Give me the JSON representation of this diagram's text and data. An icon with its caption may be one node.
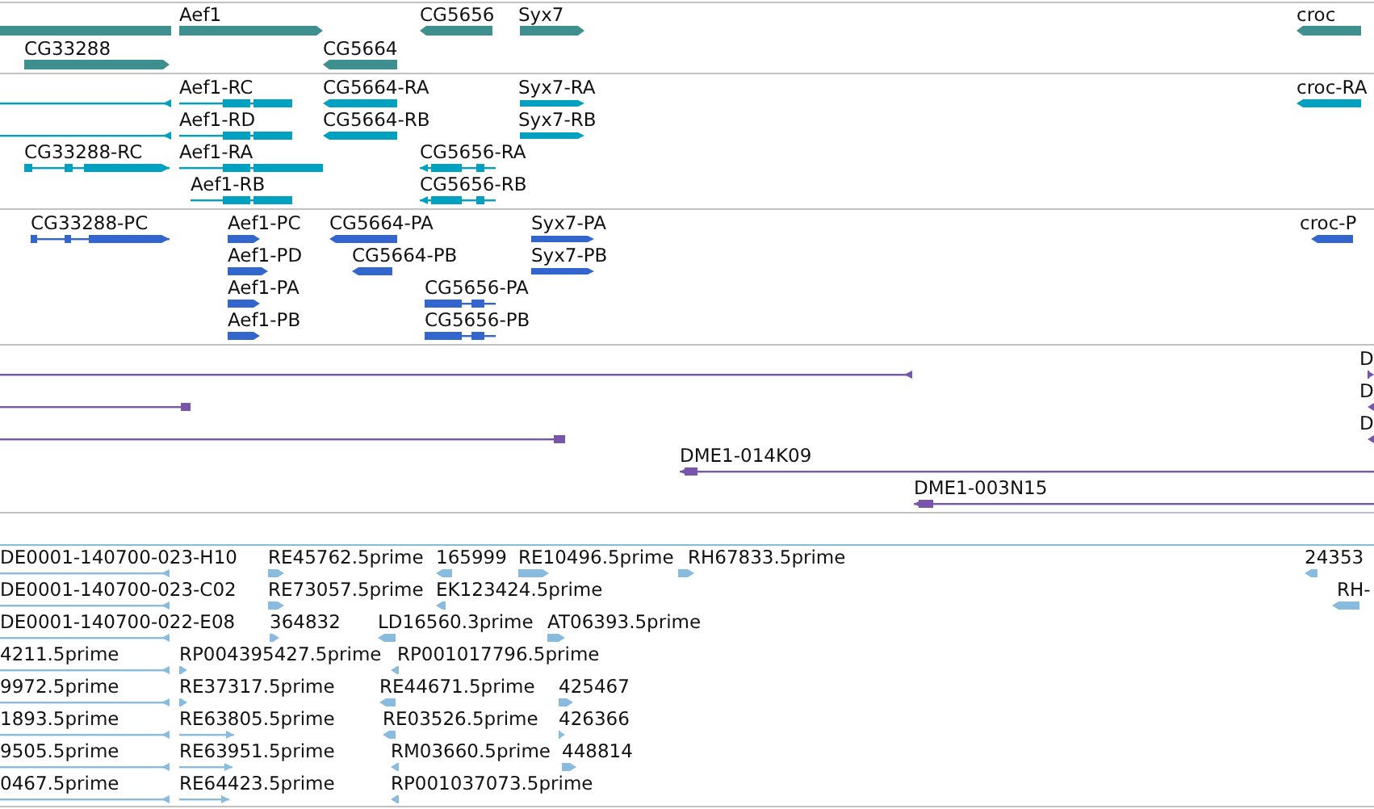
{
  "diagram": {
    "labels": [
      "Aef1",
      "CG5656",
      "Syx7",
      "croc",
      "CG33288",
      "CG5664",
      "Aef1-RC",
      "CG5664-RA",
      "Syx7-RA",
      "croc-RA",
      "Aef1-RD",
      "CG5664-RB",
      "Syx7-RB",
      "CG33288-RC",
      "Aef1-RA",
      "CG5656-RA",
      "Aef1-RB",
      "CG5656-RB",
      "CG33288-PC",
      "Aef1-PC",
      "CG5664-PA",
      "Syx7-PA",
      "croc-P",
      "Aef1-PD",
      "CG5664-PB",
      "Syx7-PB",
      "Aef1-PA",
      "CG5656-PA",
      "Aef1-PB",
      "CG5656-PB",
      "D",
      "D",
      "D",
      "DME1-014K09",
      "DME1-003N15",
      "DE0001-140700-023-H10",
      "RE45762.5prime",
      "165999",
      "RE10496.5prime",
      "RH67833.5prime",
      "24353",
      "DE0001-140700-023-C02",
      "RE73057.5prime",
      "EK123424.5prime",
      "RH-",
      "DE0001-140700-022-E08",
      "364832",
      "LD16560.3prime",
      "AT06393.5prime",
      "4211.5prime",
      "RP004395427.5prime",
      "RP001017796.5prime",
      "9972.5prime",
      "RE37317.5prime",
      "RE44671.5prime",
      "425467",
      "1893.5prime",
      "RE63805.5prime",
      "RE03526.5prime",
      "426366",
      "9505.5prime",
      "RE63951.5prime",
      "RM03660.5prime",
      "448814",
      "0467.5prime",
      "RE64423.5prime",
      "RP001037073.5prime"
    ]
  }
}
